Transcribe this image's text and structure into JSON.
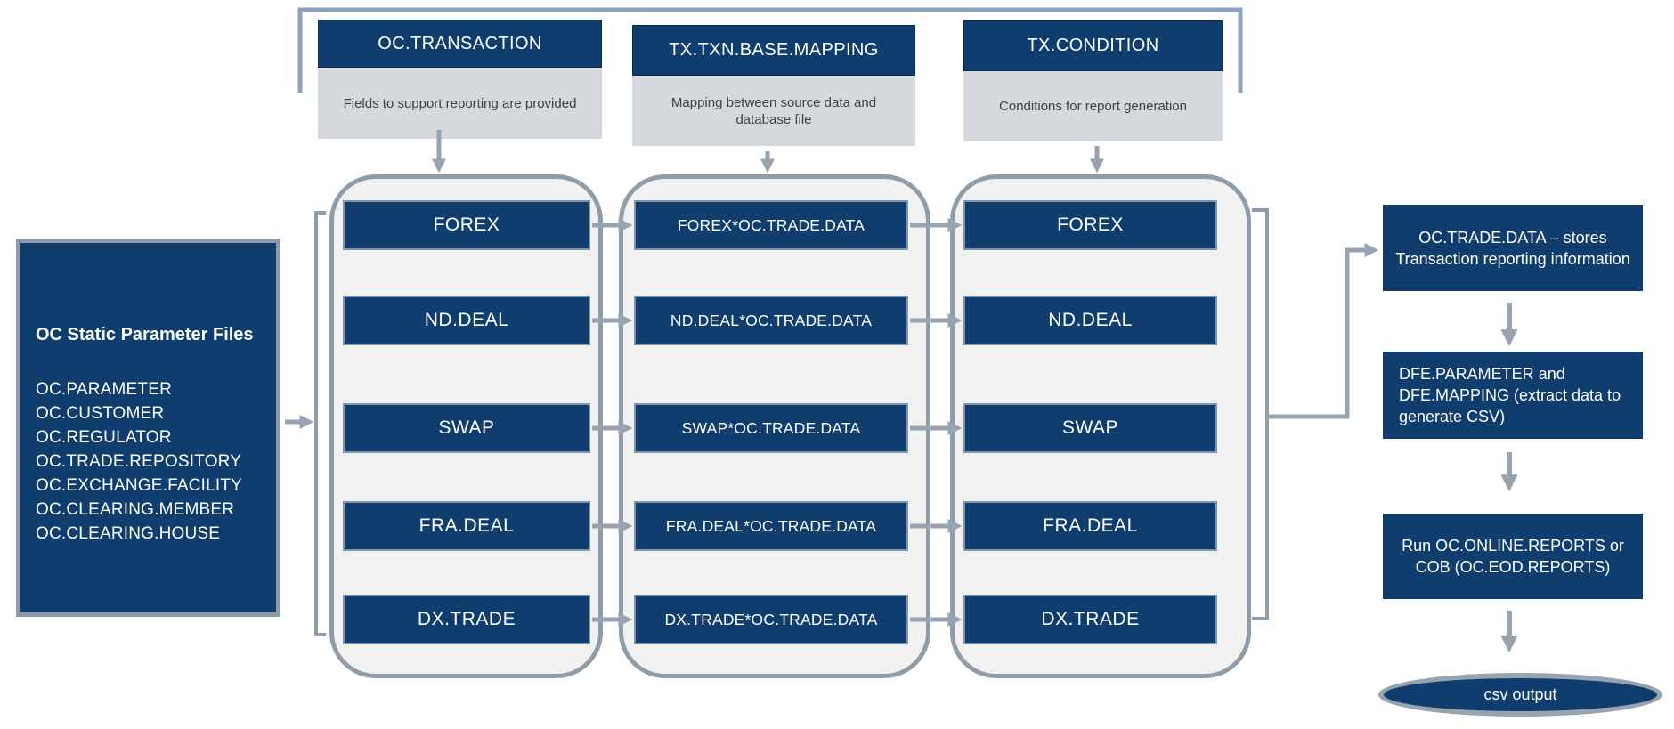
{
  "bracket_groups": [
    {
      "title": "OC.TRANSACTION",
      "description": "Fields to support reporting are provided"
    },
    {
      "title": "TX.TXN.BASE.MAPPING",
      "description": "Mapping between source data and database file"
    },
    {
      "title": "TX.CONDITION",
      "description": "Conditions for report generation"
    }
  ],
  "left_panel": {
    "title": "OC Static Parameter Files",
    "items": [
      "OC.PARAMETER",
      "OC.CUSTOMER",
      "OC.REGULATOR",
      "OC.TRADE.REPOSITORY",
      "OC.EXCHANGE.FACILITY",
      "OC.CLEARING.MEMBER",
      "OC.CLEARING.HOUSE"
    ]
  },
  "columns": [
    {
      "id": "transaction-files",
      "boxes": [
        "FOREX",
        "ND.DEAL",
        "SWAP",
        "FRA.DEAL",
        "DX.TRADE"
      ]
    },
    {
      "id": "mapping-files",
      "boxes": [
        "FOREX*OC.TRADE.DATA",
        "ND.DEAL*OC.TRADE.DATA",
        "SWAP*OC.TRADE.DATA",
        "FRA.DEAL*OC.TRADE.DATA",
        "DX.TRADE*OC.TRADE.DATA"
      ]
    },
    {
      "id": "condition-files",
      "boxes": [
        "FOREX",
        "ND.DEAL",
        "SWAP",
        "FRA.DEAL",
        "DX.TRADE"
      ]
    }
  ],
  "right_flow": {
    "steps": [
      "OC.TRADE.DATA – stores Transaction reporting information",
      "DFE.PARAMETER and DFE.MAPPING (extract data to generate CSV)",
      "Run OC.ONLINE.REPORTS or COB (OC.EOD.REPORTS)"
    ],
    "terminal": "csv output"
  },
  "colors": {
    "navy": "#0f3e6e",
    "row_box_border": "#7d94ac",
    "panel_border": "#8e9aab",
    "container_fill": "#f1f1f2",
    "container_border": "#8f9dab",
    "line_gray": "#97a3b0",
    "top_bracket": "#8ca2ba",
    "desc_fill": "#d5d8dd",
    "desc_text": "#3f3f3f"
  }
}
